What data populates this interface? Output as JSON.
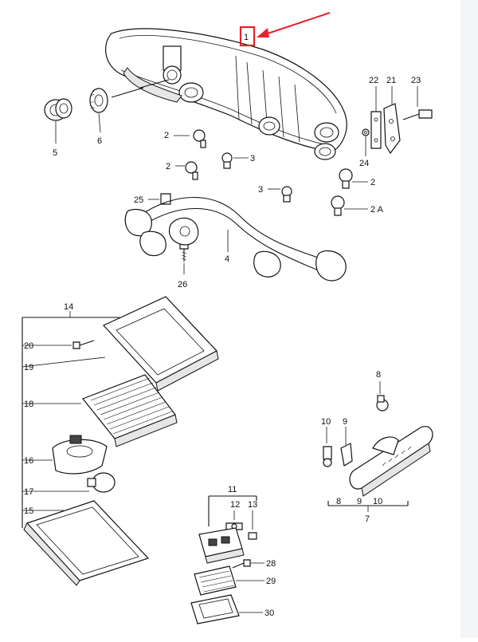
{
  "colors": {
    "highlight": "#e8202a",
    "line": "#111111",
    "stripe": "#f4f5f7"
  },
  "labels": {
    "l1": "1",
    "l2a": "2",
    "l2b": "2",
    "l2c": "2",
    "l2A": "2 A",
    "l3a": "3",
    "l3b": "3",
    "l4": "4",
    "l5": "5",
    "l6": "6",
    "l7": "7",
    "l8": "8",
    "l8b": "8",
    "l9": "9",
    "l9b": "9",
    "l10": "10",
    "l10b": "10",
    "l11": "11",
    "l12": "12",
    "l13": "13",
    "l14": "14",
    "l15": "15",
    "l16": "16",
    "l17": "17",
    "l18": "18",
    "l19": "19",
    "l20": "20",
    "l21": "21",
    "l22": "22",
    "l23": "23",
    "l24": "24",
    "l25": "25",
    "l26": "26",
    "l28": "28",
    "l29": "29",
    "l30": "30"
  }
}
